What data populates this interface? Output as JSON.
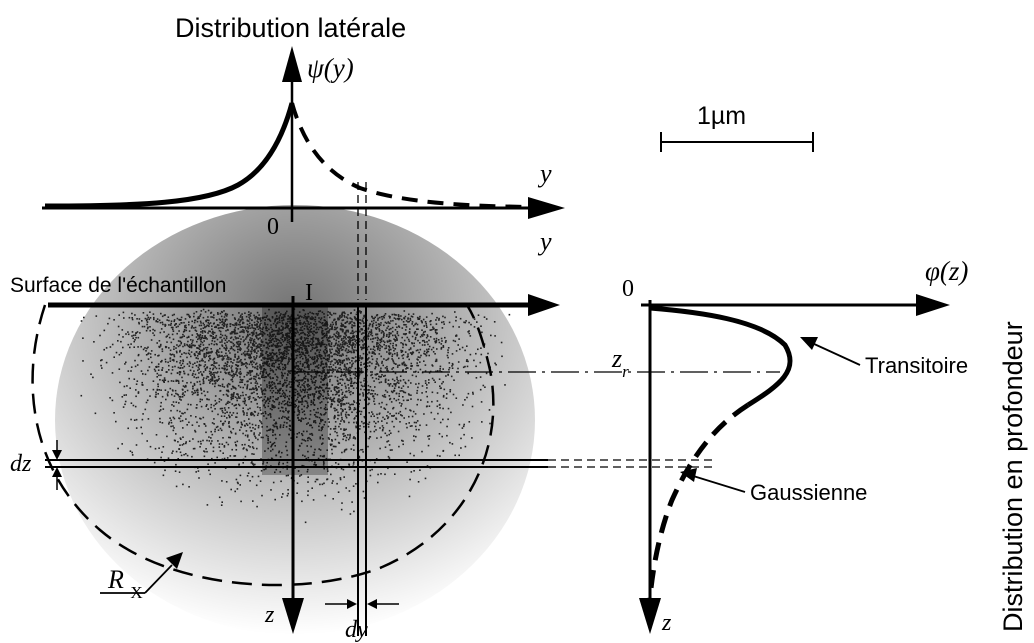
{
  "title_lateral": "Distribution latérale",
  "title_depth": "Distribution en profondeur",
  "scale_bar_label": "1µm",
  "surface_label": "Surface de l'échantillon",
  "impact_label": "I",
  "psi_label": "ψ(y)",
  "phi_label": "φ(z)",
  "y_label_upper": "y",
  "y_label_lower": "y",
  "origin_lateral": "0",
  "origin_depth": "0",
  "z_label_left": "z",
  "z_label_right": "z",
  "zr_label": "zr",
  "dz_label": "dz",
  "dy_label": "dy",
  "rx_label": "RX",
  "transitoire_label": "Transitoire",
  "gaussienne_label": "Gaussienne",
  "colors": {
    "ink": "#000000",
    "cloud": "#3a3a3a",
    "paper": "#ffffff"
  }
}
